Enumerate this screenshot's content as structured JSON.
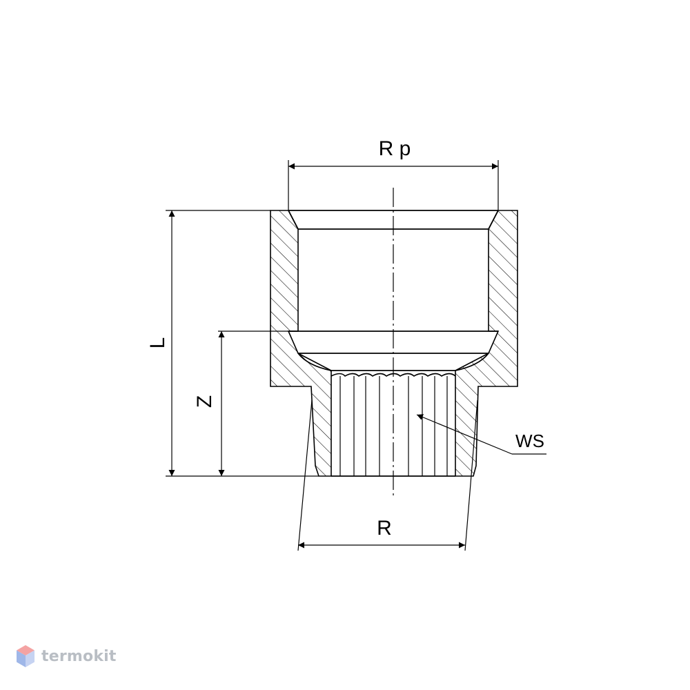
{
  "drawing": {
    "labels": {
      "rp": "R p",
      "l": "L",
      "z": "Z",
      "r": "R",
      "ws": "WS"
    }
  },
  "watermark": {
    "brand": "termokit",
    "colors": {
      "hex_top": "#f4a3a3",
      "hex_side_left": "#9fb7e8",
      "hex_side_right": "#c6d3f2",
      "text": "#b9bec4"
    }
  }
}
